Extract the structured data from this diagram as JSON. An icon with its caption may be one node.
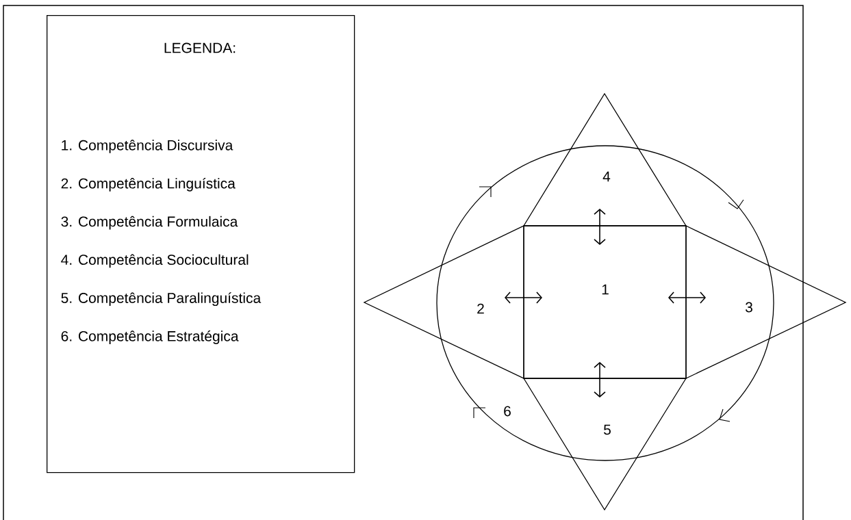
{
  "diagram": {
    "nodes": [
      {
        "text": [
          "LEGENDA:",
          "1. Competência Discursiva",
          "2. Competência Linguística",
          "3. Competência Formulaica",
          "4. Competência Sociocultural",
          "5. Competência Paralinguística",
          "6. Competência Estratégica"
        ]
      },
      {
        "text": [
          "6"
        ]
      },
      {
        "text": [
          "1"
        ],
        "in": 1
      },
      {
        "text": [
          "2"
        ]
      },
      {
        "text": [
          "3"
        ]
      },
      {
        "text": [
          "4"
        ]
      },
      {
        "text": [
          "5"
        ]
      }
    ],
    "edges": [
      {
        "from": 2,
        "to": 3,
        "arrow": "both"
      },
      {
        "from": 2,
        "to": 4,
        "arrow": "both"
      },
      {
        "from": 2,
        "to": 5,
        "arrow": "both"
      },
      {
        "from": 2,
        "to": 6,
        "arrow": "both"
      }
    ]
  }
}
